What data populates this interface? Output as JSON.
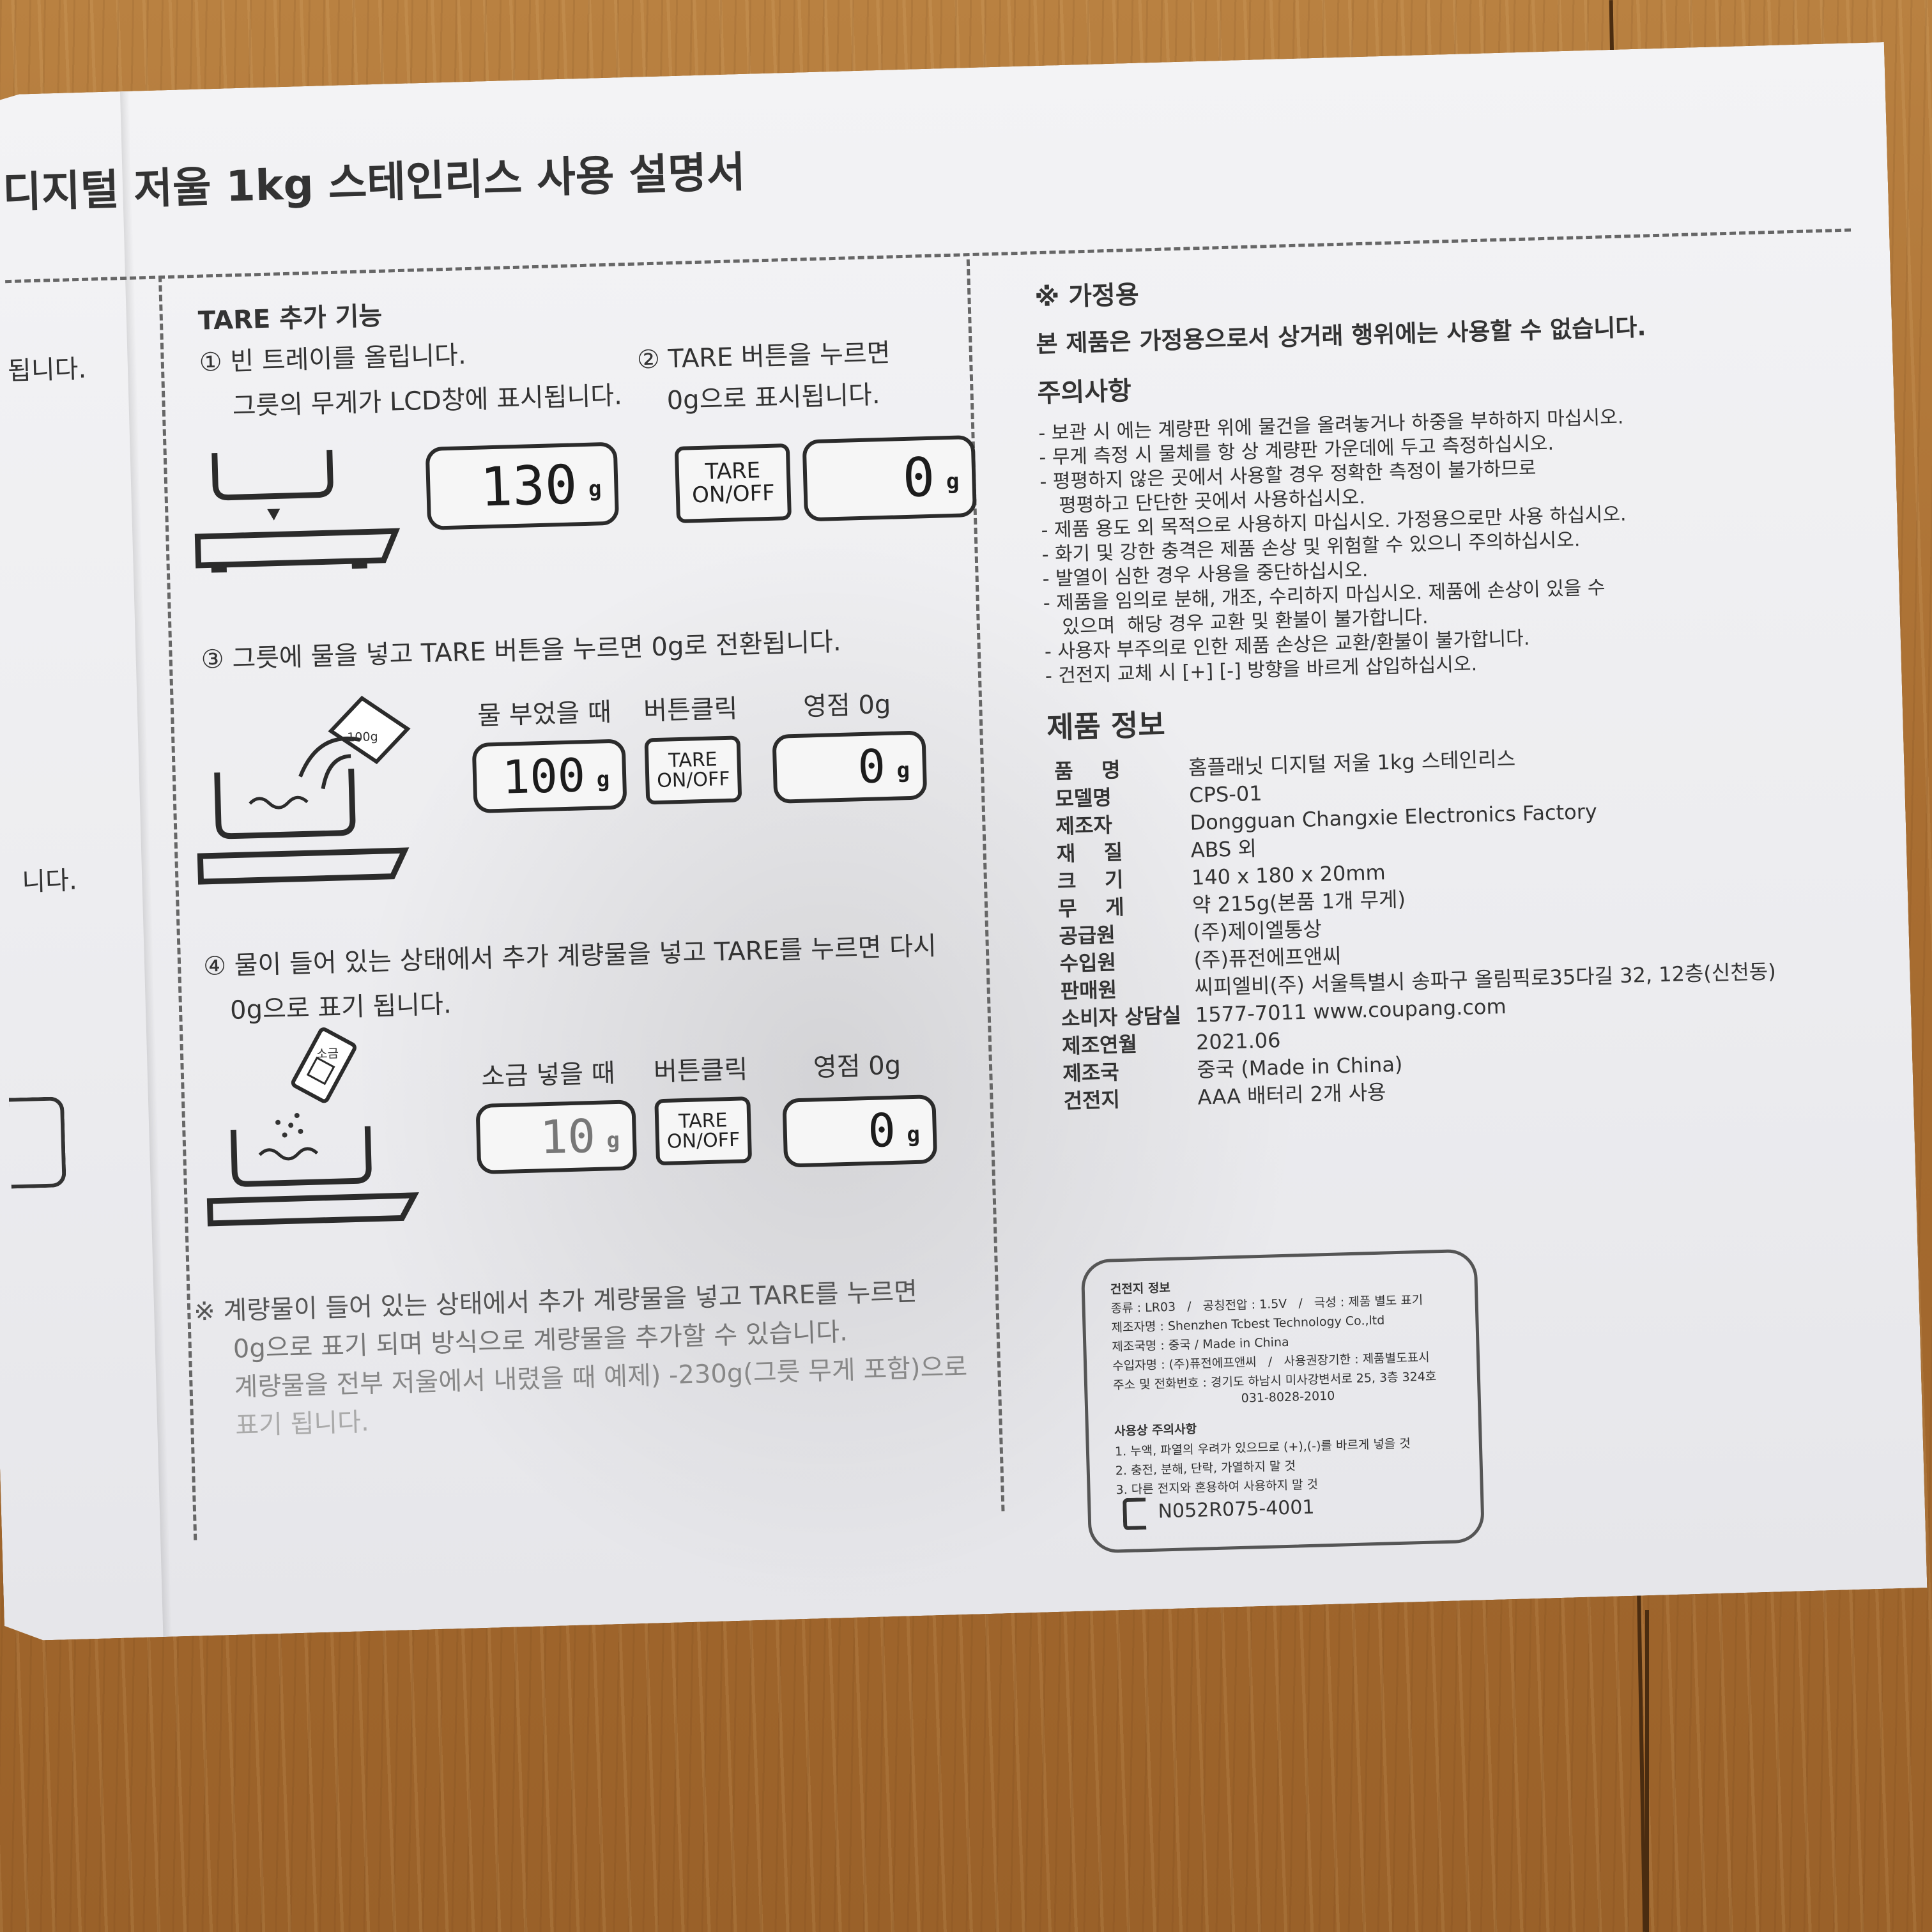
{
  "manual": {
    "title": "디지털 저울 1kg 스테인리스 사용 설명서",
    "left_cut_1": "됩니다.",
    "left_cut_2": "니다.",
    "tare_section": {
      "heading": "TARE 추가 기능",
      "step1_line1": "① 빈 트레이를 올립니다.",
      "step1_line2": "그릇의 무게가 LCD창에 표시됩니다.",
      "step2_line1": "② TARE 버튼을 누르면",
      "step2_line2": "0g으로 표시됩니다.",
      "step3": "③ 그릇에 물을 넣고 TARE 버튼을 누르면 0g로 전환됩니다.",
      "step4_line1": "④ 물이 들어 있는 상태에서 추가 계량물을 넣고 TARE를 누르면 다시",
      "step4_line2": "0g으로 표기 됩니다.",
      "label_water": "물 부었을 때",
      "label_click": "버튼클릭",
      "label_zero": "영점 0g",
      "label_salt": "소금 넣을 때",
      "cup_label": "100g",
      "salt_label": "소금",
      "tare_top": "TARE",
      "tare_bottom": "ON/OFF",
      "unit": "g",
      "lcd_values": [
        "130",
        "0",
        "100",
        "0",
        "10",
        "0"
      ],
      "note_line1": "※ 계량물이 들어 있는 상태에서 추가 계량물을 넣고 TARE를 누르면",
      "note_line2": "0g으로 표기 되며 방식으로 계량물을 추가할 수 있습니다.",
      "note_line3": "계량물을 전부 저울에서 내렸을 때 예제) -230g(그릇 무게 포함)으로",
      "note_line4": "표기 됩니다."
    },
    "household": {
      "heading": "※ 가정용",
      "statement": "본 제품은 가정용으로서 상거래 행위에는 사용할 수 없습니다."
    },
    "cautions": {
      "heading": "주의사항",
      "items": [
        "- 보관 시 에는 계량판 위에 물건을 올려놓거나 하중을 부하하지 마십시오.",
        "- 무게 측정 시 물체를 항 상 계량판 가운데에 두고 측정하십시오.",
        "- 평평하지 않은 곳에서 사용할 경우 정확한 측정이 불가하므로",
        "   평평하고 단단한 곳에서 사용하십시오.",
        "- 제품 용도 외 목적으로 사용하지 마십시오. 가정용으로만 사용 하십시오.",
        "- 화기 및 강한 충격은 제품 손상 및 위험할 수 있으니 주의하십시오.",
        "- 발열이 심한 경우 사용을 중단하십시오.",
        "- 제품을 임의로 분해, 개조, 수리하지 마십시오. 제품에 손상이 있을 수",
        "   있으며  해당 경우 교환 및 환불이 불가합니다.",
        "- 사용자 부주의로 인한 제품 손상은 교환/환불이 불가합니다.",
        "- 건전지 교체 시 [+] [-] 방향을 바르게 삽입하십시오."
      ]
    },
    "product_info": {
      "heading": "제품 정보",
      "rows": [
        {
          "key": "품    명",
          "value": "홈플래닛 디지털 저울 1kg 스테인리스"
        },
        {
          "key": "모델명",
          "value": "CPS-01"
        },
        {
          "key": "제조자",
          "value": "Dongguan Changxie Electronics Factory"
        },
        {
          "key": "재    질",
          "value": "ABS 외"
        },
        {
          "key": "크    기",
          "value": "140 x 180 x 20mm"
        },
        {
          "key": "무    게",
          "value": "약 215g(본품 1개 무게)"
        },
        {
          "key": "공급원",
          "value": "(주)제이엘통상"
        },
        {
          "key": "수입원",
          "value": "(주)퓨전에프앤씨"
        },
        {
          "key": "판매원",
          "value": "씨피엘비(주) 서울특별시 송파구 올림픽로35다길 32, 12층(신천동)"
        },
        {
          "key": "소비자 상담실",
          "value": "1577-7011 www.coupang.com"
        },
        {
          "key": "제조연월",
          "value": "2021.06"
        },
        {
          "key": "제조국",
          "value": "중국 (Made in China)"
        },
        {
          "key": "건전지",
          "value": "AAA 배터리 2개 사용"
        }
      ]
    },
    "battery": {
      "title": "건전지 정보",
      "lines": [
        "종류 : LR03   /   공칭전압 : 1.5V   /   극성 : 제품 별도 표기",
        "제조자명 : Shenzhen Tcbest Technology Co.,ltd",
        "제조국명 : 중국 / Made in China",
        "수입자명 : (주)퓨전에프앤씨   /   사용권장기한 : 제품별도표시",
        "주소 및 전화번호 : 경기도 하남시 미사강변서로 25, 3층 324호",
        "031-8028-2010"
      ],
      "usage_title": "사용상 주의사항",
      "usage": [
        "1. 누액, 파열의 우려가 있으므로 (+),(-)를 바르게 넣을 것",
        "2. 충전, 분해, 단락, 가열하지 말 것",
        "3. 다른 전지와 혼용하여 사용하지 말 것"
      ],
      "cert": "N052R075-4001"
    }
  }
}
